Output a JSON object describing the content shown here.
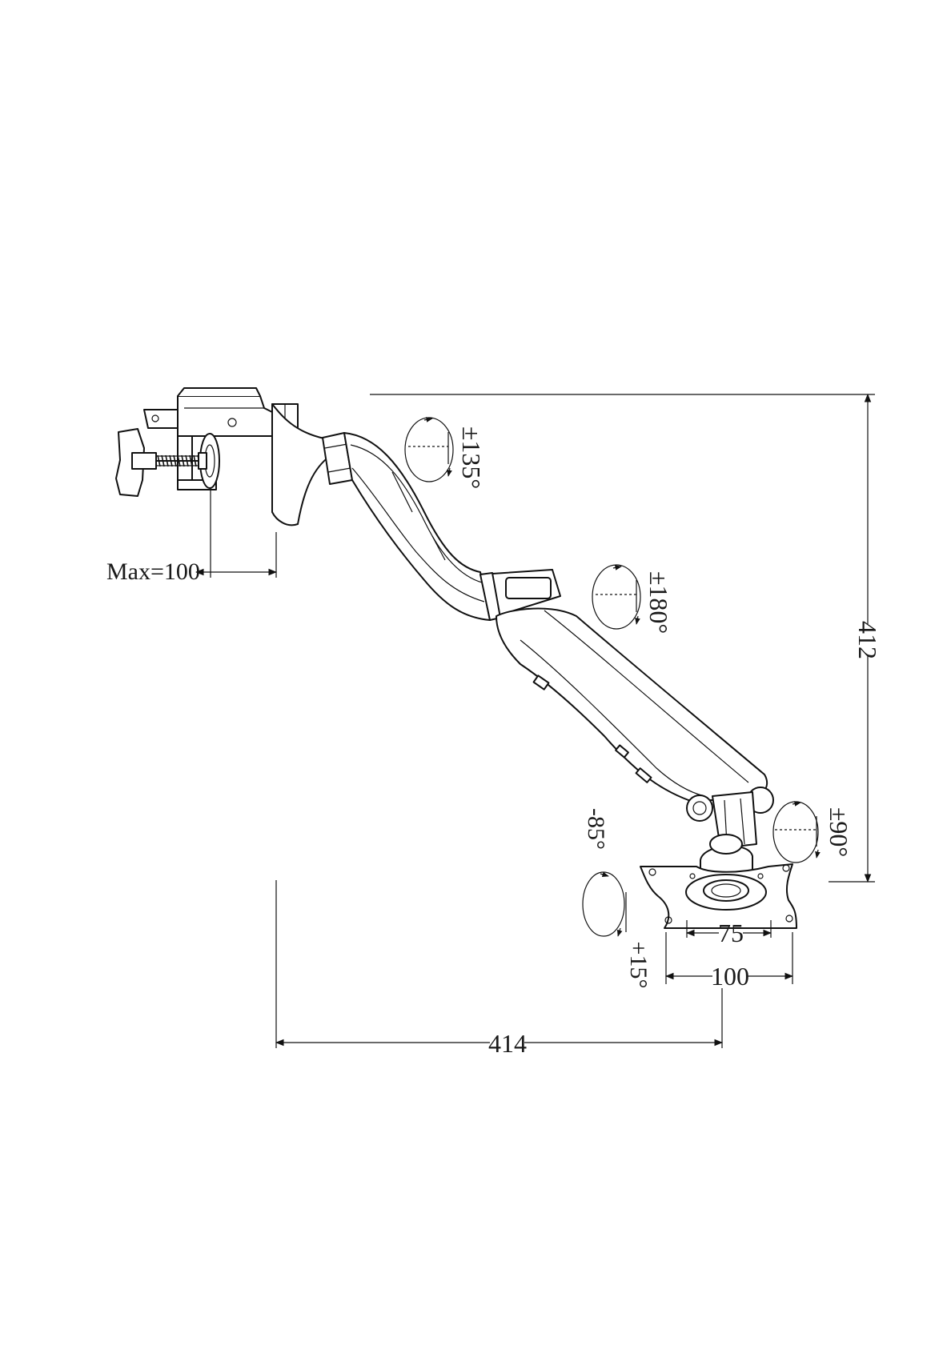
{
  "dimensions": {
    "clamp_max": "Max=100",
    "height": "412",
    "reach": "414",
    "vesa_small": "75",
    "vesa_large": "100"
  },
  "rotations": {
    "arm_base": "±135°",
    "arm_elbow": "±180°",
    "swivel": "±90°",
    "tilt_down": "-85°",
    "tilt_up": "+15°"
  },
  "colors": {
    "line": "#111111",
    "background": "#ffffff"
  }
}
